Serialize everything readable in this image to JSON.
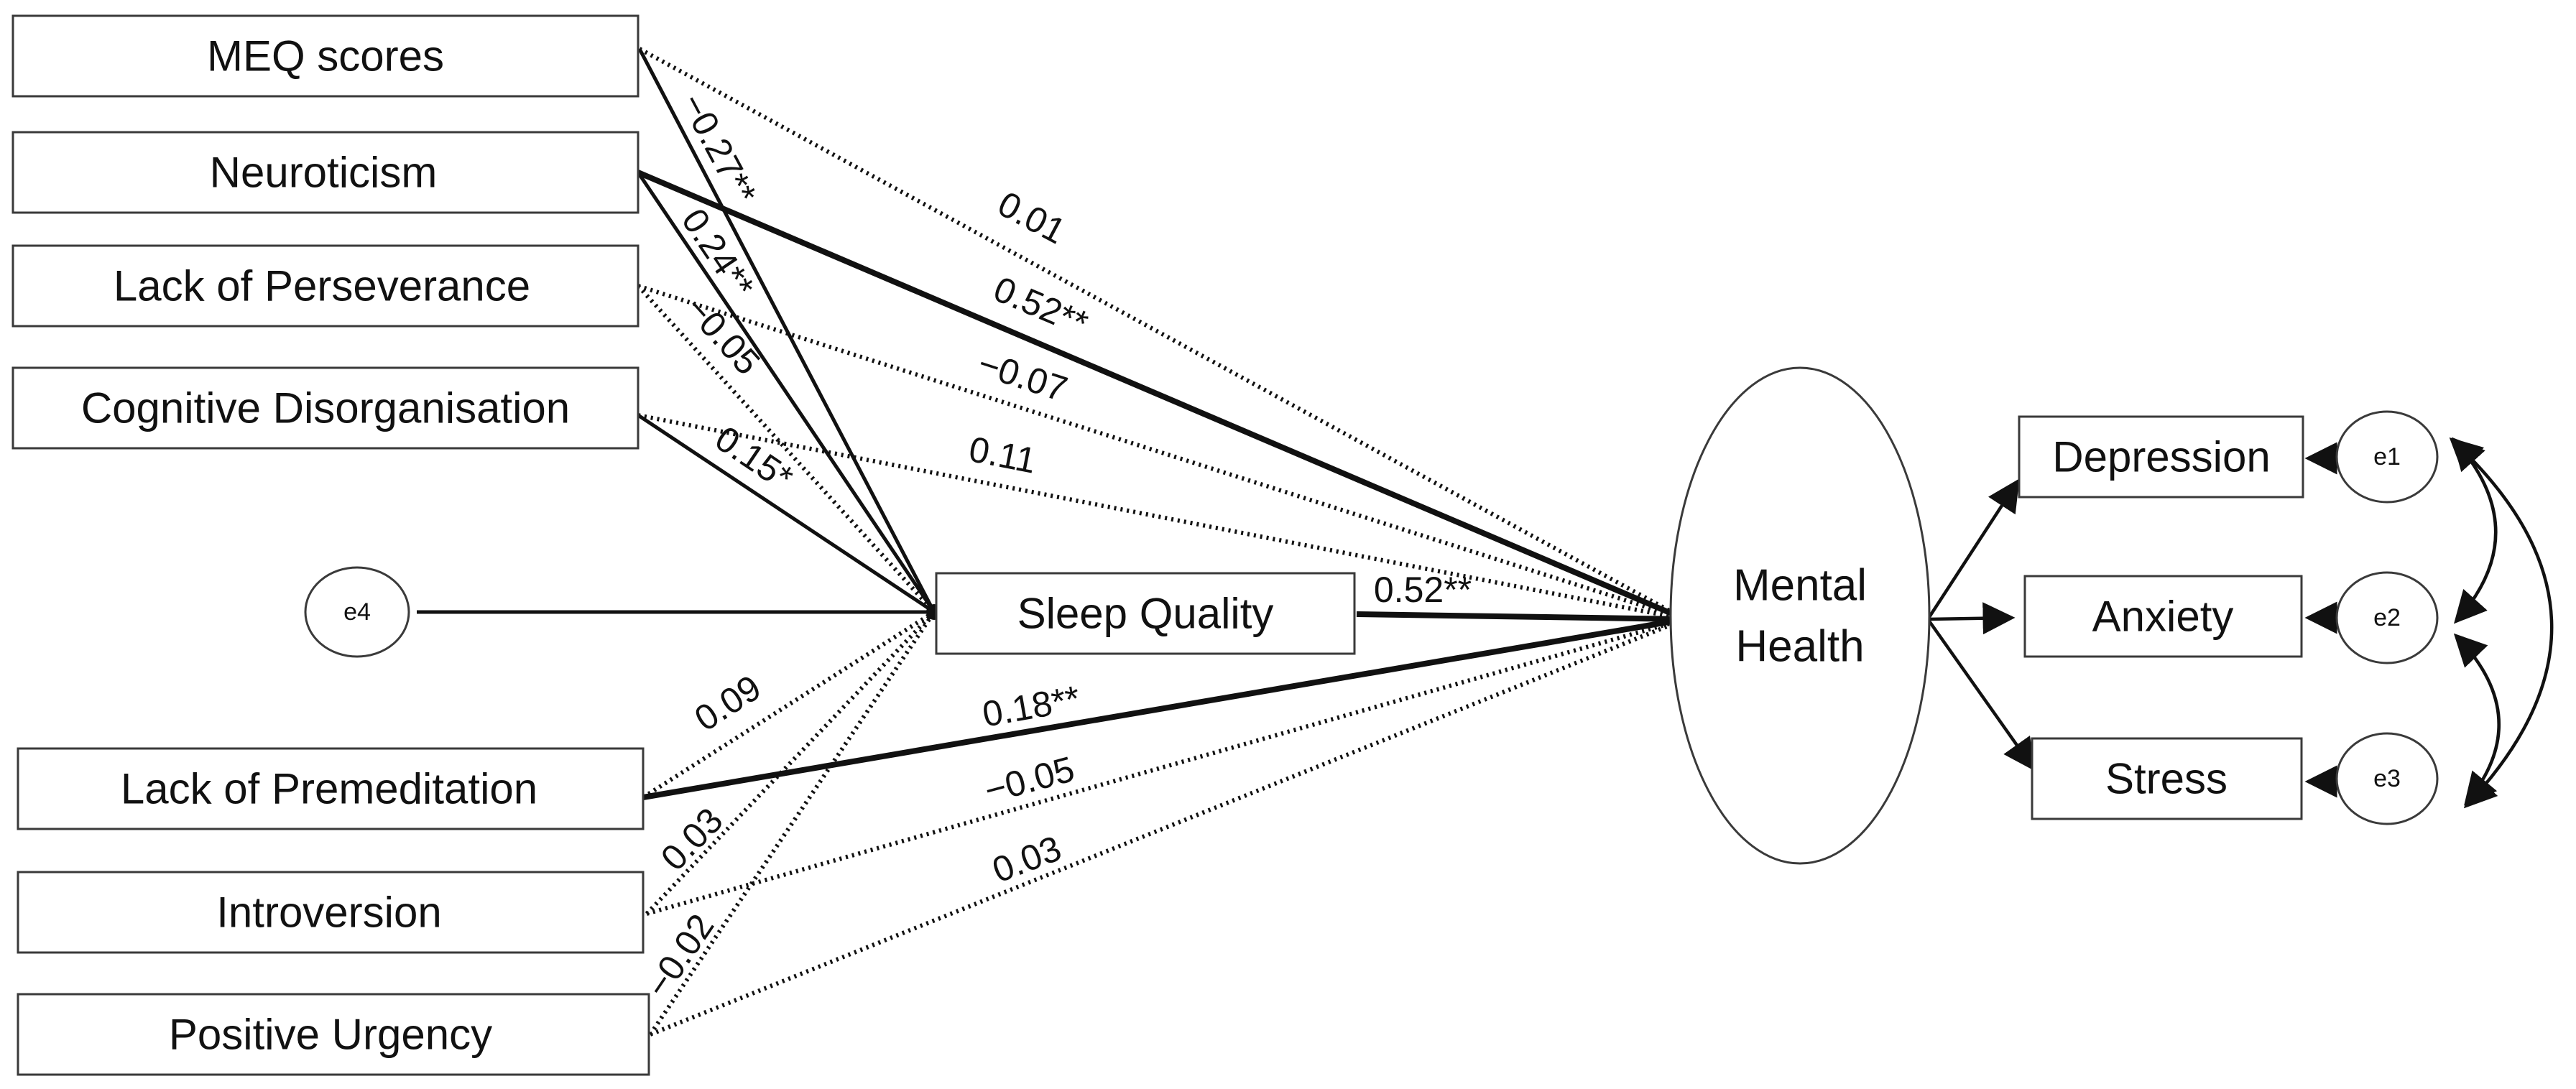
{
  "nodes": {
    "meq": "MEQ scores",
    "neuroticism": "Neuroticism",
    "perseverance": "Lack of Perseverance",
    "cognitive": "Cognitive Disorganisation",
    "premeditation": "Lack of Premeditation",
    "introversion": "Introversion",
    "urgency": "Positive Urgency",
    "sleep": "Sleep Quality",
    "mental_line1": "Mental",
    "mental_line2": "Health",
    "depression": "Depression",
    "anxiety": "Anxiety",
    "stress": "Stress",
    "e1": "e1",
    "e2": "e2",
    "e3": "e3",
    "e4": "e4"
  },
  "paths": {
    "meq_sleep": "−0.27**",
    "neuro_sleep": "0.24**",
    "persev_sleep": "−0.05",
    "cog_sleep": "0.15*",
    "premed_sleep": "0.09",
    "intro_sleep": "0.03",
    "urgency_sleep": "−0.02",
    "meq_mh": "0.01",
    "neuro_mh": "0.52**",
    "persev_mh": "−0.07",
    "cog_mh": "0.11",
    "sleep_mh": "0.52**",
    "premed_mh": "0.18**",
    "intro_mh": "−0.05",
    "urgency_mh": "0.03"
  }
}
